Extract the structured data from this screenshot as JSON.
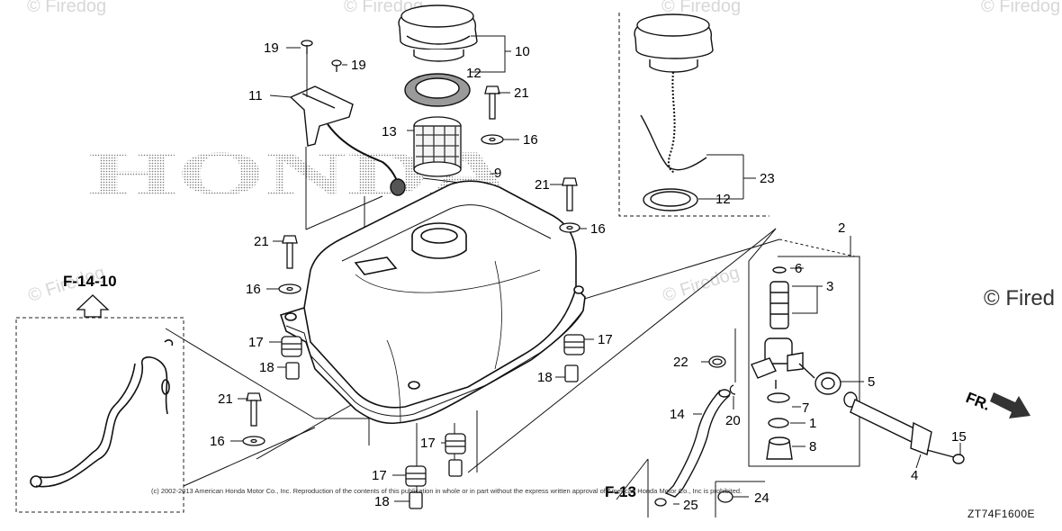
{
  "watermark": "© Firedog",
  "brand_text": "HONDA",
  "side_text": "© Fired",
  "refs": {
    "f1410": "F-14-10",
    "f13": "F-13",
    "fr": "FR."
  },
  "callouts": {
    "c1": "1",
    "c2": "2",
    "c3": "3",
    "c4": "4",
    "c5": "5",
    "c6": "6",
    "c7": "7",
    "c8": "8",
    "c9": "9",
    "c10": "10",
    "c11": "11",
    "c12a": "12",
    "c12b": "12",
    "c13": "13",
    "c14": "14",
    "c15": "15",
    "c16a": "16",
    "c16b": "16",
    "c16c": "16",
    "c16d": "16",
    "c17a": "17",
    "c17b": "17",
    "c17c": "17",
    "c17d": "17",
    "c18a": "18",
    "c18b": "18",
    "c18c": "18",
    "c19a": "19",
    "c19b": "19",
    "c20": "20",
    "c21a": "21",
    "c21b": "21",
    "c21c": "21",
    "c21d": "21",
    "c22": "22",
    "c23": "23",
    "c24": "24",
    "c25": "25"
  },
  "copyright": "(c) 2002-2013 American Honda Motor Co., Inc. Reproduction of the contents of this publication in whole or in part without the express written approval of American Honda Motor Co., Inc is prohibited.",
  "diagram_code": "ZT74F1600E"
}
